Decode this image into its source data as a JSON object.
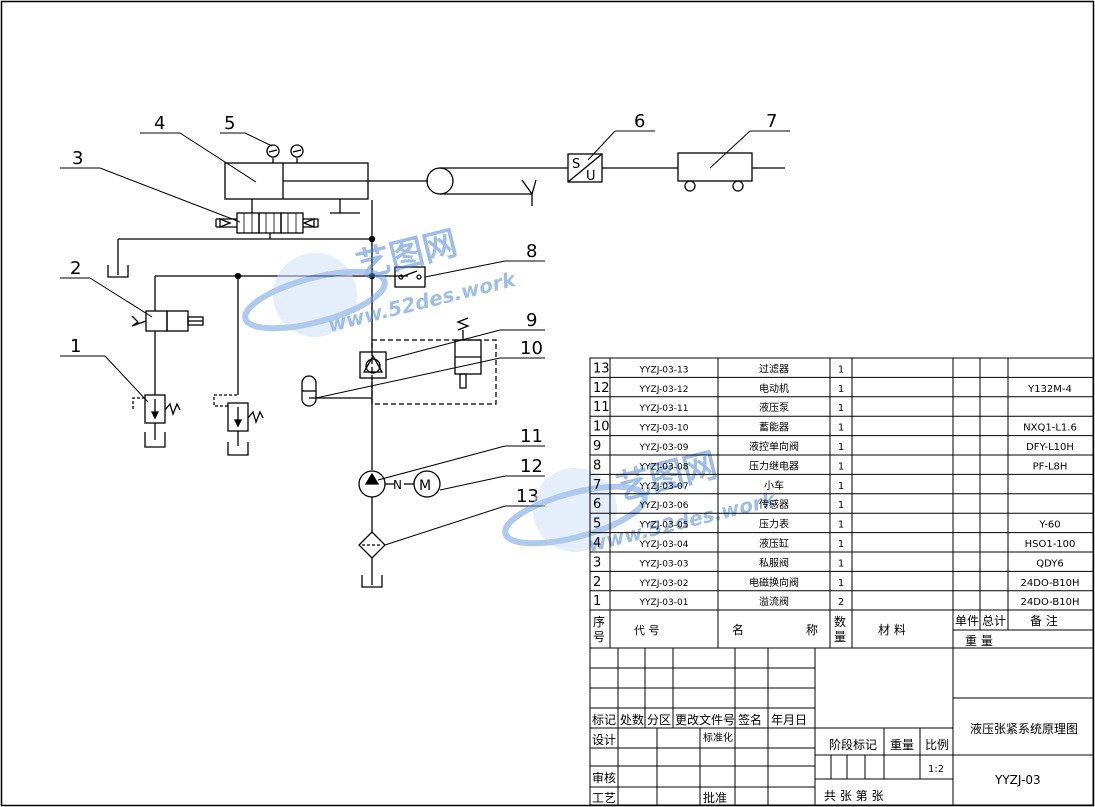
{
  "diagram": {
    "callouts": [
      "1",
      "2",
      "3",
      "4",
      "5",
      "6",
      "7",
      "8",
      "9",
      "10",
      "11",
      "12",
      "13"
    ],
    "symbols": {
      "sensor_su": [
        "S",
        "U"
      ],
      "motor": "M",
      "motor_link": "N"
    }
  },
  "watermark": {
    "brand": "艺图网",
    "url": "www.52des.work"
  },
  "parts_list": {
    "rows": [
      {
        "no": "13",
        "code": "YYZJ-03-13",
        "name": "过滤器",
        "qty": "1",
        "remark": ""
      },
      {
        "no": "12",
        "code": "YYZJ-03-12",
        "name": "电动机",
        "qty": "1",
        "remark": "Y132M-4"
      },
      {
        "no": "11",
        "code": "YYZJ-03-11",
        "name": "液压泵",
        "qty": "1",
        "remark": ""
      },
      {
        "no": "10",
        "code": "YYZJ-03-10",
        "name": "蓄能器",
        "qty": "1",
        "remark": "NXQ1-L1.6"
      },
      {
        "no": "9",
        "code": "YYZJ-03-09",
        "name": "液控单向阀",
        "qty": "1",
        "remark": "DFY-L10H"
      },
      {
        "no": "8",
        "code": "YYZJ-03-08",
        "name": "压力继电器",
        "qty": "1",
        "remark": "PF-L8H"
      },
      {
        "no": "7",
        "code": "YYZJ-03-07",
        "name": "小车",
        "qty": "1",
        "remark": ""
      },
      {
        "no": "6",
        "code": "YYZJ-03-06",
        "name": "传感器",
        "qty": "1",
        "remark": ""
      },
      {
        "no": "5",
        "code": "YYZJ-03-05",
        "name": "压力表",
        "qty": "1",
        "remark": "Y-60"
      },
      {
        "no": "4",
        "code": "YYZJ-03-04",
        "name": "液压缸",
        "qty": "1",
        "remark": "HSO1-100"
      },
      {
        "no": "3",
        "code": "YYZJ-03-03",
        "name": "私服阀",
        "qty": "1",
        "remark": "QDY6"
      },
      {
        "no": "2",
        "code": "YYZJ-03-02",
        "name": "电磁换向阀",
        "qty": "1",
        "remark": "24DO-B10H"
      },
      {
        "no": "1",
        "code": "YYZJ-03-01",
        "name": "溢流阀",
        "qty": "2",
        "remark": "24DO-B10H"
      }
    ],
    "header": {
      "no_top": "序",
      "no_bottom": "号",
      "code": "代      号",
      "name_left": "名",
      "name_right": "称",
      "qty_top": "数",
      "qty_bottom": "量",
      "material": "材 料",
      "unit": "单件",
      "total": "总计",
      "weight": "重 量",
      "remark": "备 注"
    }
  },
  "title_block": {
    "rev_labels": [
      "标记",
      "处数",
      "分区",
      "更改文件号",
      "签名",
      "年月日"
    ],
    "design": "设计",
    "standard": "标准化",
    "review": "审核",
    "process": "工艺",
    "approve": "批准",
    "stage_mark": "阶段标记",
    "weight": "重量",
    "scale": "比例",
    "scale_value": "1:2",
    "sheets": "共    张 第   张",
    "title": "液压张紧系统原理图",
    "drawing_no": "YYZJ-03"
  }
}
